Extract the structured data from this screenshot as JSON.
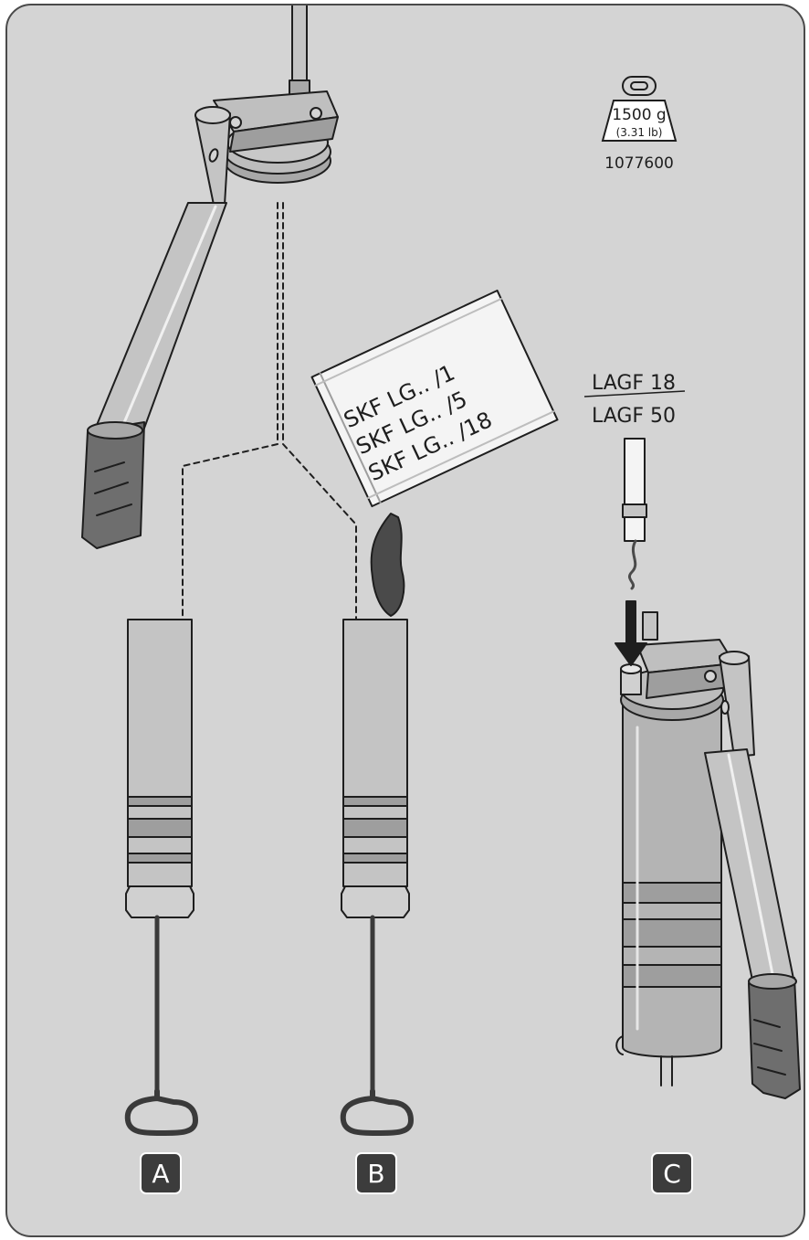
{
  "weight": {
    "mass": "1500 g",
    "mass_imperial": "(3.31 lb)",
    "part_number": "1077600"
  },
  "cartridge_labels": [
    "SKF LG.. /1",
    "SKF LG.. /5",
    "SKF LG.. /18"
  ],
  "pump_labels": {
    "top": "LAGF 18",
    "bottom": "LAGF 50"
  },
  "steps": [
    "A",
    "B",
    "C"
  ],
  "colors": {
    "background": "#d4d4d4",
    "outline": "#1e1e1e",
    "metal_light": "#c4c4c4",
    "metal_mid": "#a8a8a8",
    "grip_dark": "#6e6e6e",
    "grease": "#4a4a4a",
    "badge": "#3c3c3c"
  }
}
